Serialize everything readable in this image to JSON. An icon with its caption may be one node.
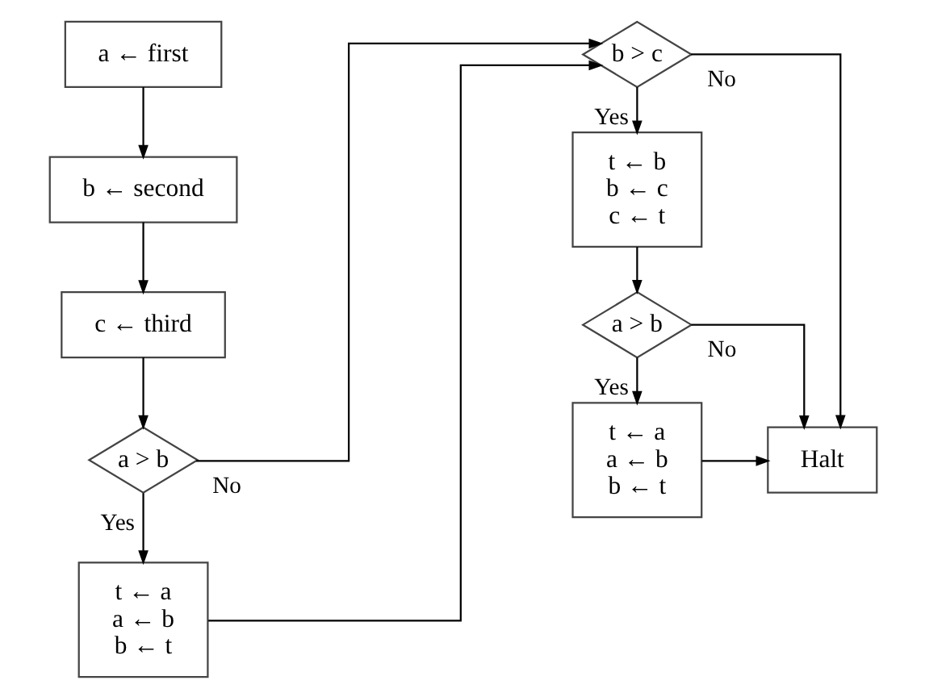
{
  "diagram": {
    "nodes": [
      {
        "text": [
          "a ← first"
        ]
      },
      {
        "text": [
          "b ← second"
        ]
      },
      {
        "text": [
          "c ← third"
        ]
      },
      {
        "text": [
          "a > b"
        ]
      },
      {
        "text": [
          "t ← a",
          "a ← b",
          "b ← t"
        ]
      },
      {
        "text": [
          "b > c"
        ]
      },
      {
        "text": [
          "t ← b",
          "b ← c",
          "c ← t"
        ]
      },
      {
        "text": [
          "a > b"
        ]
      },
      {
        "text": [
          "t ← a",
          "a ← b",
          "b ← t"
        ]
      },
      {
        "text": [
          "Halt"
        ]
      }
    ],
    "edges": [
      {
        "from": 0,
        "to": 1,
        "arrow": "to"
      },
      {
        "from": 1,
        "to": 2,
        "arrow": "to"
      },
      {
        "from": 2,
        "to": 3,
        "arrow": "to"
      },
      {
        "from": 3,
        "to": 4,
        "arrow": "to",
        "label": "Yes"
      },
      {
        "from": 3,
        "to": 5,
        "arrow": "to",
        "label": "No"
      },
      {
        "from": 4,
        "to": 5,
        "arrow": "to"
      },
      {
        "from": 5,
        "to": 6,
        "arrow": "to",
        "label": "Yes"
      },
      {
        "from": 5,
        "to": 9,
        "arrow": "to",
        "label": "No"
      },
      {
        "from": 6,
        "to": 7,
        "arrow": "to"
      },
      {
        "from": 7,
        "to": 8,
        "arrow": "to",
        "label": "Yes"
      },
      {
        "from": 7,
        "to": 9,
        "arrow": "to",
        "label": "No"
      },
      {
        "from": 8,
        "to": 9,
        "arrow": "to"
      }
    ]
  }
}
